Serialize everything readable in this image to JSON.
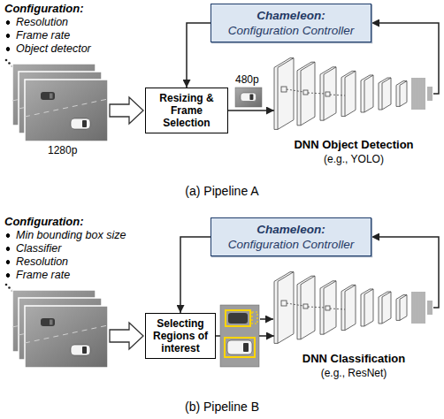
{
  "diagram": {
    "nodes": [
      {
        "text": [
          "Chameleon:",
          "Configuration Controller"
        ]
      },
      {
        "text": [
          "Resizing & Frame Selection"
        ]
      },
      {
        "text": [
          "DNN Object Detection",
          "(e.g., YOLO)"
        ]
      },
      {
        "text": [
          "Chameleon:",
          "Configuration Controller"
        ]
      },
      {
        "text": [
          "Selecting Regions of interest"
        ]
      },
      {
        "text": [
          "DNN Classification",
          "(e.g., ResNet)"
        ]
      }
    ],
    "edges": [
      {
        "from": 0,
        "to": 1,
        "arrow": "to"
      },
      {
        "from": 1,
        "to": 2,
        "arrow": "to"
      },
      {
        "from": 2,
        "to": 0,
        "arrow": "to"
      },
      {
        "from": 3,
        "to": 4,
        "arrow": "to"
      },
      {
        "from": 4,
        "to": 5,
        "arrow": "to"
      },
      {
        "from": 5,
        "to": 3,
        "arrow": "to"
      }
    ],
    "labels": [
      "Configuration:",
      "Resolution",
      "Frame rate",
      "Object detector",
      "1280p",
      "480p",
      "(a) Pipeline A",
      "Configuration:",
      "Min bounding box size",
      "Classifier",
      "Resolution",
      "Frame rate",
      "(b) Pipeline B"
    ]
  }
}
